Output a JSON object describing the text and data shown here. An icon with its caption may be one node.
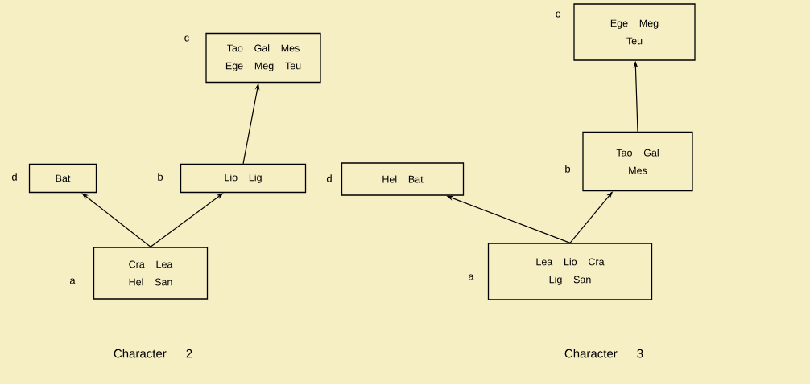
{
  "diagram": {
    "nodes": [
      {
        "text": [
          "Tao Gal Mes Ege Meg Teu"
        ],
        "beside": [
          "c"
        ]
      },
      {
        "text": [
          "Bat"
        ],
        "beside": [
          "d"
        ]
      },
      {
        "text": [
          "Lio Lig"
        ],
        "beside": [
          "b"
        ]
      },
      {
        "text": [
          "Cra Lea Hel San"
        ],
        "beside": [
          "a"
        ]
      },
      {
        "text": [
          "Ege Meg Teu"
        ],
        "beside": [
          "c"
        ]
      },
      {
        "text": [
          "Hel Bat"
        ],
        "beside": [
          "d"
        ]
      },
      {
        "text": [
          "Tao Gal Mes"
        ],
        "beside": [
          "b"
        ]
      },
      {
        "text": [
          "Lea Lio Cra Lig San"
        ],
        "beside": [
          "a"
        ]
      }
    ],
    "edges": [
      {
        "from": 3,
        "to": 1,
        "arrow": "to"
      },
      {
        "from": 3,
        "to": 2,
        "arrow": "to"
      },
      {
        "from": 2,
        "to": 0,
        "arrow": "to"
      },
      {
        "from": 7,
        "to": 5,
        "arrow": "to"
      },
      {
        "from": 7,
        "to": 6,
        "arrow": "to"
      },
      {
        "from": 6,
        "to": 4,
        "arrow": "to"
      }
    ],
    "labels": [
      "Character 2",
      "Character 3"
    ]
  }
}
